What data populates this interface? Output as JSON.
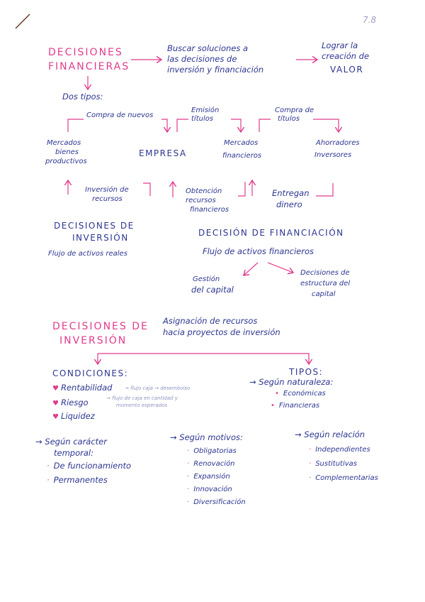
{
  "page_number": "7.8",
  "colors": {
    "pink": "#e03c8e",
    "blue": "#2d3690"
  },
  "top": {
    "title_line1": "DECISIONES",
    "title_line2": "FINANCIERAS",
    "buscar_line1": "Buscar soluciones a",
    "buscar_line2": "las decisiones de",
    "buscar_line3": "inversión y financiación",
    "lograr_line1": "Lograr la",
    "lograr_line2": "creación de",
    "lograr_line3": "VALOR",
    "dos_tipos": "Dos tipos:"
  },
  "flow": {
    "compra_nuevos": "Compra de nuevos",
    "emision_line1": "Emisión",
    "emision_line2": "títulos",
    "compra_titulos_line1": "Compra de",
    "compra_titulos_line2": "títulos",
    "mercados_bienes_line1": "Mercados",
    "mercados_bienes_line2": "bienes",
    "mercados_bienes_line3": "productivos",
    "empresa": "EMPRESA",
    "mercados_fin_line1": "Mercados",
    "mercados_fin_line2": "financieros",
    "ahorradores_line1": "Ahorradores",
    "ahorradores_line2": "Inversores",
    "inversion_rec_line1": "Inversión de",
    "inversion_rec_line2": "recursos",
    "obtencion_line1": "Obtención",
    "obtencion_line2": "recursos",
    "obtencion_line3": "financieros",
    "entregan_line1": "Entregan",
    "entregan_line2": "dinero"
  },
  "decisions": {
    "inversion_title_line1": "DECISIONES DE",
    "inversion_title_line2": "INVERSIÓN",
    "inversion_desc": "Flujo de activos reales",
    "financiacion_title": "DECISIÓN DE FINANCIACIÓN",
    "financiacion_desc": "Flujo de activos financieros",
    "gestion_line1": "Gestión",
    "gestion_line2": "del capital",
    "estructura_line1": "Decisiones de",
    "estructura_line2": "estructura del",
    "estructura_line3": "capital"
  },
  "inversion_section": {
    "title_line1": "DECISIONES DE",
    "title_line2": "INVERSIÓN",
    "asignacion_line1": "Asignación de recursos",
    "asignacion_line2": "hacia proyectos de inversión",
    "condiciones_title": "CONDICIONES:",
    "condiciones": [
      {
        "label": "Rentabilidad",
        "note1": "→ flujo caja → desembolso",
        "note2": ""
      },
      {
        "label": "Riesgo",
        "note1": "→ flujo de caja en cantidad y",
        "note2": "momento esperados"
      },
      {
        "label": "Liquidez",
        "note1": "",
        "note2": ""
      }
    ],
    "tipos_title": "TIPOS:",
    "segun_naturaleza": "→ Según naturaleza:",
    "naturaleza_items": [
      "Económicas",
      "Financieras"
    ]
  },
  "bottom": {
    "caracter_line1": "→ Según carácter",
    "caracter_line2": "temporal:",
    "caracter_items": [
      "De funcionamiento",
      "Permanentes"
    ],
    "motivos_title": "→ Según motivos:",
    "motivos_items": [
      "Obligatorias",
      "Renovación",
      "Expansión",
      "Innovación",
      "Diversificación"
    ],
    "relacion_title": "→ Según relación",
    "relacion_items": [
      "Independientes",
      "Sustitutivas",
      "Complementarias"
    ]
  }
}
